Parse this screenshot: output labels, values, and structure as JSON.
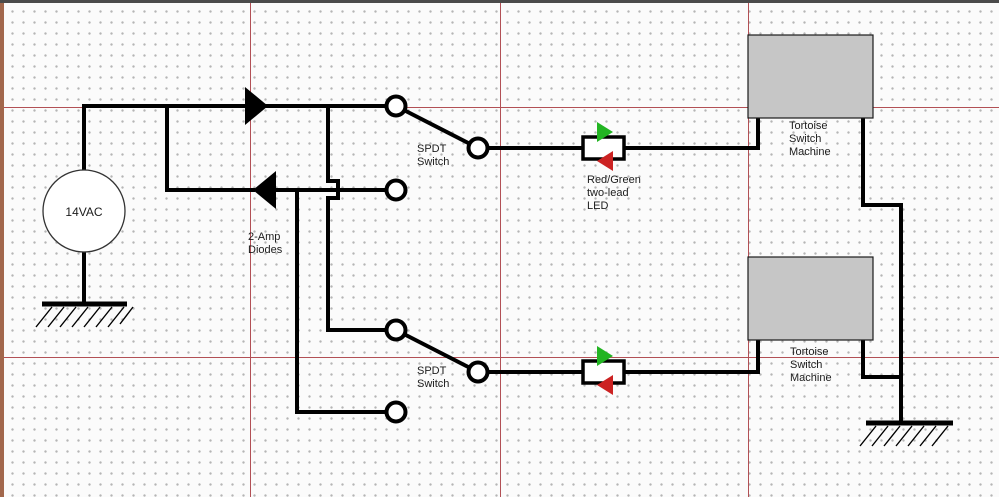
{
  "colors": {
    "canvas_bg": "#fbfbfb",
    "dot_color": "#b5b5b5",
    "grid_line": "#b25055",
    "top_bar": "#4b4b4b",
    "border_brown": "#a2674c",
    "led_green": "#22b422",
    "led_red": "#cc2222",
    "machine_fill": "#c6c6c6"
  },
  "source": {
    "label": "14VAC"
  },
  "labels": {
    "diodes": {
      "line1": "2-Amp",
      "line2": "Diodes"
    },
    "spdt_upper": {
      "line1": "SPDT",
      "line2": "Switch"
    },
    "spdt_lower": {
      "line1": "SPDT",
      "line2": "Switch"
    },
    "led_upper": {
      "line1": "Red/Green",
      "line2": "two-lead",
      "line3": "LED"
    },
    "tortoise_upper": {
      "line1": "Tortoise",
      "line2": "Switch",
      "line3": "Machine"
    },
    "tortoise_lower": {
      "line1": "Tortoise",
      "line2": "Switch",
      "line3": "Machine"
    }
  }
}
